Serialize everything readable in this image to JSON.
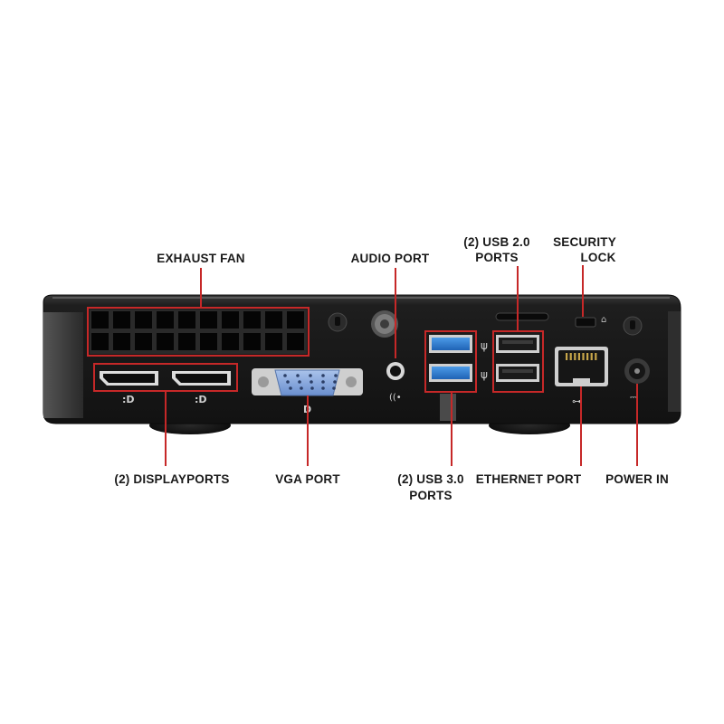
{
  "labels": {
    "exhaust_fan": "EXHAUST FAN",
    "audio_port": "AUDIO PORT",
    "usb20_line1": "(2) USB 2.0",
    "usb20_line2": "PORTS",
    "security_line1": "SECURITY",
    "security_line2": "LOCK",
    "displayports": "(2) DISPLAYPORTS",
    "vga_port": "VGA PORT",
    "usb30_line1": "(2) USB 3.0",
    "usb30_line2": "PORTS",
    "ethernet_port": "ETHERNET PORT",
    "power_in": "POWER IN"
  },
  "colors": {
    "callout": "#c62828",
    "chassis": "#1c1c1c",
    "usb3_blue": "#2f7fd6",
    "vga_blue": "#7da0d8",
    "background": "#ffffff"
  },
  "icons": {
    "displayport": "displayport-icon",
    "vga": "vga-icon",
    "usb": "usb-icon",
    "audio": "headphone-icon",
    "ethernet": "network-icon",
    "power": "dc-power-icon",
    "lock": "lock-icon"
  }
}
